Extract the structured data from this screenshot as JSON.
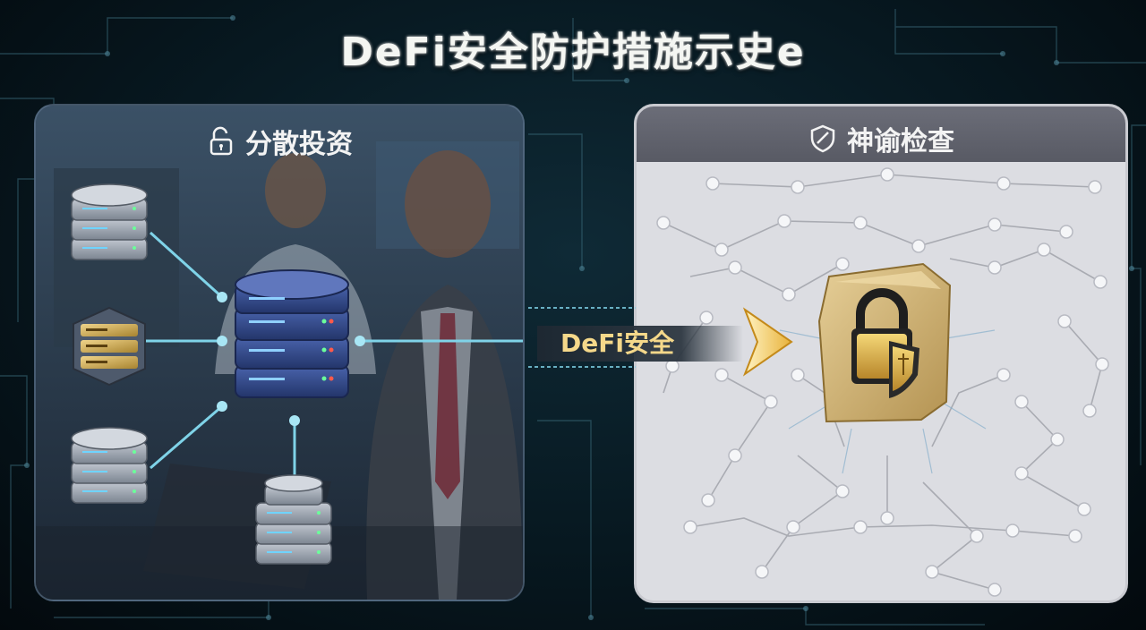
{
  "title": "DeFi安全防护措施示史e",
  "left_panel": {
    "heading": "分散投资",
    "heading_icon": "unlock-icon"
  },
  "right_panel": {
    "heading": "神谕检查",
    "heading_icon": "shield-icon"
  },
  "connector": {
    "label": "DeFi安全"
  },
  "colors": {
    "accent_gold": "#f5d88a",
    "server_blue": "#2c3f78",
    "server_gray": "#8d96a4",
    "link_cyan": "#7fd3e8"
  }
}
